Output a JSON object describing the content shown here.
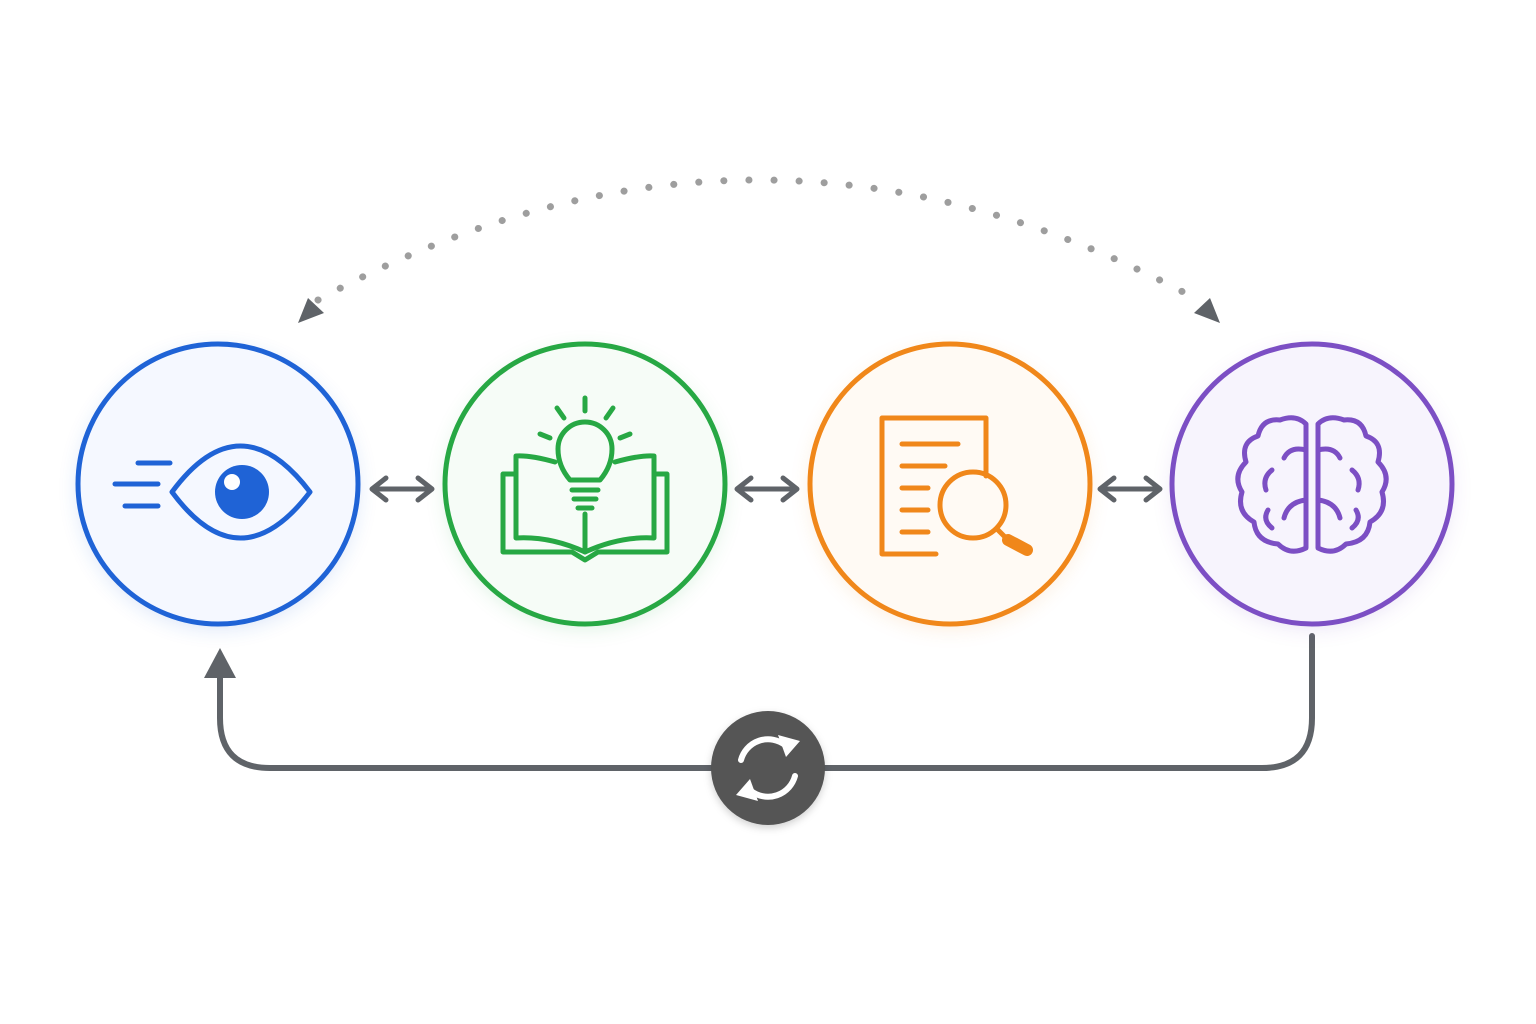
{
  "colors": {
    "background": "#ffffff",
    "connector": "#5f6368",
    "dotted_arc": "#9e9e9e",
    "cycle_badge": "#545454",
    "cycle_icon": "#ffffff"
  },
  "nodes": [
    {
      "id": "perceive",
      "icon": "eye-icon",
      "color": "#1f63d6",
      "fill": "#f5f8ff",
      "glow": "#1f63d6"
    },
    {
      "id": "learn",
      "icon": "open-book-lightbulb-icon",
      "color": "#27a844",
      "fill": "#f6fcf7",
      "glow": "#27a844"
    },
    {
      "id": "analyze",
      "icon": "document-magnifier-icon",
      "color": "#f0871a",
      "fill": "#fffaf4",
      "glow": "#f0871a"
    },
    {
      "id": "think",
      "icon": "brain-icon",
      "color": "#7c4fc4",
      "fill": "#f7f4fd",
      "glow": "#7c4fc4"
    }
  ],
  "connectors": [
    {
      "from": "perceive",
      "to": "learn",
      "style": "double-arrow"
    },
    {
      "from": "learn",
      "to": "analyze",
      "style": "double-arrow"
    },
    {
      "from": "analyze",
      "to": "think",
      "style": "double-arrow"
    }
  ],
  "feedback_arc": {
    "from": "perceive",
    "to": "think",
    "style": "dotted",
    "arrowheads": "both"
  },
  "feedback_loop": {
    "from": "think",
    "to": "perceive",
    "badge_icon": "refresh-cycle-icon"
  }
}
